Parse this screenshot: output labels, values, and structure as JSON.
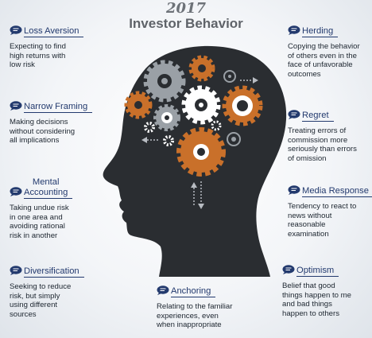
{
  "header": {
    "year": "2017",
    "title": "Investor Behavior"
  },
  "colors": {
    "head": "#2a2d31",
    "gear_orange": "#c9702a",
    "gear_gray": "#9aa0a6",
    "gear_white": "#ffffff",
    "title_blue": "#233a6e"
  },
  "cards": [
    {
      "id": "loss-aversion",
      "title": [
        "Loss Aversion"
      ],
      "desc": [
        "Expecting to find",
        "high returns with",
        "low risk"
      ]
    },
    {
      "id": "narrow-framing",
      "title": [
        "Narrow Framing"
      ],
      "desc": [
        "Making decisions",
        "without considering",
        "all implications"
      ]
    },
    {
      "id": "mental-accounting",
      "title": [
        "Mental",
        "Accounting"
      ],
      "desc": [
        "Taking undue risk",
        "in one area and",
        "avoiding rational",
        "risk in another"
      ]
    },
    {
      "id": "diversification",
      "title": [
        "Diversification"
      ],
      "desc": [
        "Seeking to reduce",
        "risk, but simply",
        "using different",
        "sources"
      ]
    },
    {
      "id": "anchoring",
      "title": [
        "Anchoring"
      ],
      "desc": [
        "Relating to the familiar",
        "experiences, even",
        "when inappropriate"
      ]
    },
    {
      "id": "herding",
      "title": [
        "Herding"
      ],
      "desc": [
        "Copying the behavior",
        "of others even in the",
        "face of unfavorable",
        "outcomes"
      ]
    },
    {
      "id": "regret",
      "title": [
        "Regret"
      ],
      "desc": [
        "Treating errors of",
        "commission more",
        "seriously than errors",
        "of omission"
      ]
    },
    {
      "id": "media-response",
      "title": [
        "Media Response"
      ],
      "desc": [
        "Tendency to react to",
        "news without",
        "reasonable",
        "examination"
      ]
    },
    {
      "id": "optimism",
      "title": [
        "Optimism"
      ],
      "desc": [
        "Belief that good",
        "things happen to me",
        "and bad things",
        "happen to others"
      ]
    }
  ]
}
